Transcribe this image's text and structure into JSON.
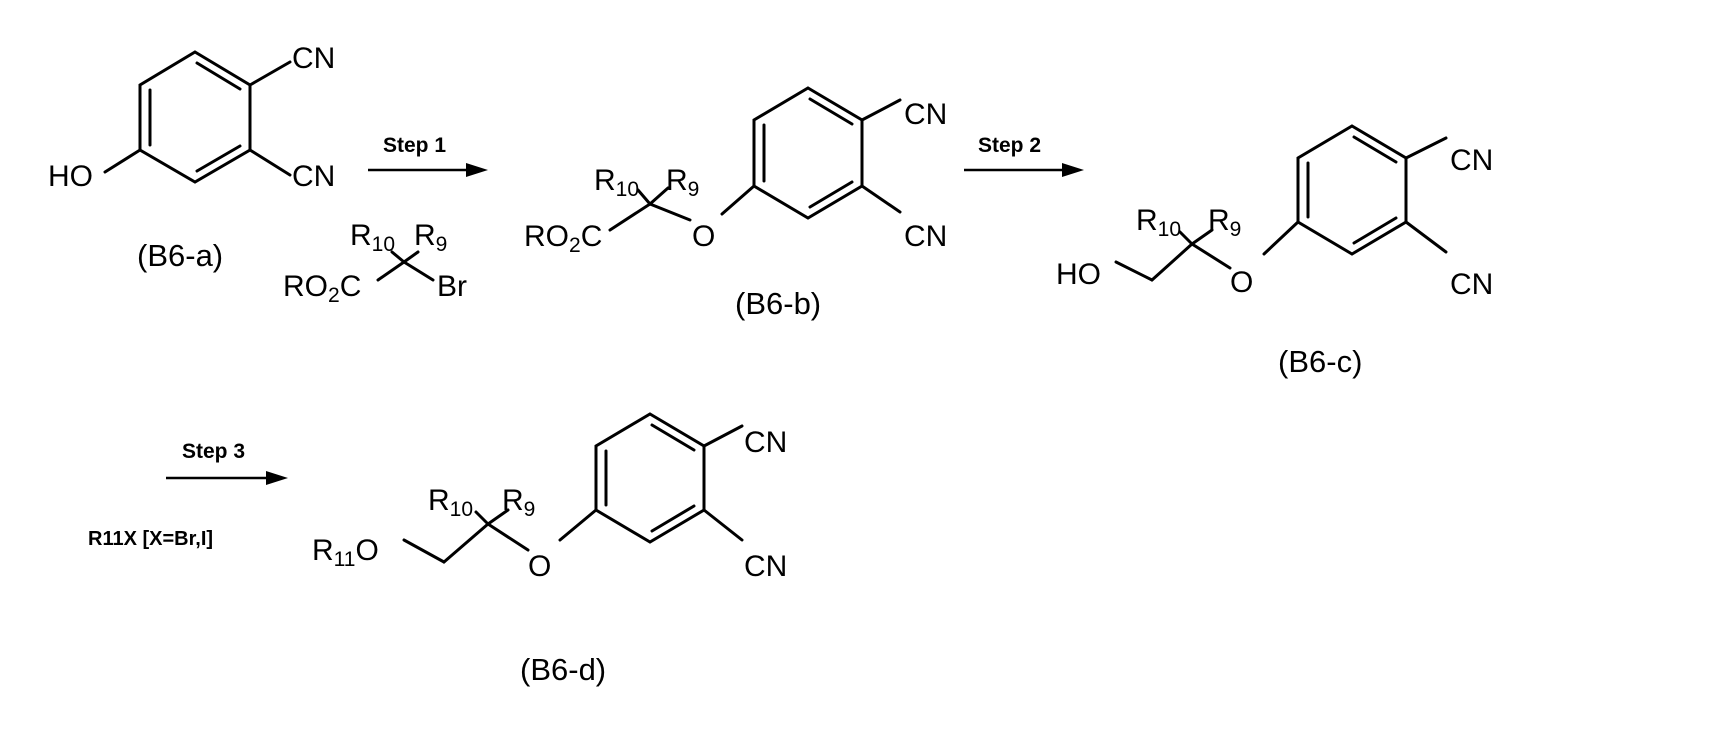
{
  "scheme": {
    "colors": {
      "ink": "#000000",
      "background": "#ffffff"
    },
    "steps": [
      {
        "label": "Step 1",
        "reagent_prefix": "R",
        "reagent_sub_r10": "10",
        "reagent_r9": "R",
        "reagent_sub_9": "9",
        "reagent_ester": "RO",
        "reagent_ester_sub": "2",
        "reagent_ester_tail": "C",
        "reagent_leaving": "Br"
      },
      {
        "label": "Step 2"
      },
      {
        "label": "Step 3",
        "reagent": "R11X [X=Br,I]"
      }
    ],
    "compounds": {
      "b6a": {
        "caption": "(B6-a)",
        "oh": "HO",
        "cn1": "CN",
        "cn2": "CN"
      },
      "b6b": {
        "caption": "(B6-b)",
        "cn1": "CN",
        "cn2": "CN",
        "r10": "R",
        "r10sub": "10",
        "r9": "R",
        "r9sub": "9",
        "ester": "RO",
        "ester_sub": "2",
        "ester_tail": "C",
        "o": "O"
      },
      "b6c": {
        "caption": "(B6-c)",
        "cn1": "CN",
        "cn2": "CN",
        "r10": "R",
        "r10sub": "10",
        "r9": "R",
        "r9sub": "9",
        "ho": "HO",
        "o": "O"
      },
      "b6d": {
        "caption": "(B6-d)",
        "cn1": "CN",
        "cn2": "CN",
        "r10": "R",
        "r10sub": "10",
        "r9": "R",
        "r9sub": "9",
        "r11": "R",
        "r11sub": "11",
        "o1": "O",
        "o2": "O"
      }
    }
  }
}
